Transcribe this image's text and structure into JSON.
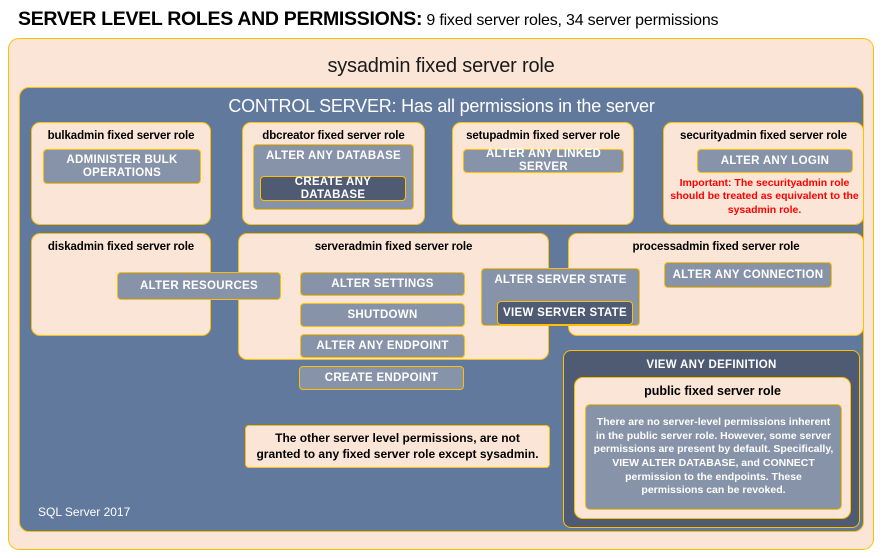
{
  "title": {
    "strong": "SERVER LEVEL ROLES AND PERMISSIONS:",
    "rest": " 9 fixed server roles, 34 server permissions"
  },
  "sysadmin": {
    "label": "sysadmin fixed server role"
  },
  "control_server": {
    "label": "CONTROL SERVER: Has all permissions in the server"
  },
  "footer": {
    "label": "SQL Server 2017"
  },
  "roles": {
    "bulkadmin": {
      "label": "bulkadmin fixed server role",
      "permissions": [
        "ADMINISTER  BULK OPERATIONS"
      ]
    },
    "dbcreator": {
      "label": "dbcreator fixed server role",
      "permissions": [
        "ALTER ANY DATABASE",
        "CREATE ANY DATABASE"
      ]
    },
    "setupadmin": {
      "label": "setupadmin fixed server role",
      "permissions": [
        "ALTER ANY LINKED SERVER"
      ]
    },
    "securityadmin": {
      "label": "securityadmin fixed server role",
      "permissions": [
        "ALTER ANY LOGIN"
      ],
      "warning": "Important: The securityadmin role should be treated as equivalent to the sysadmin role."
    },
    "diskadmin": {
      "label": "diskadmin fixed server role",
      "permissions": [
        "ALTER RESOURCES"
      ]
    },
    "serveradmin": {
      "label": "serveradmin fixed server role",
      "permissions": [
        "ALTER SETTINGS",
        "SHUTDOWN",
        "ALTER ANY ENDPOINT",
        "CREATE ENDPOINT"
      ],
      "shared_permissions": [
        "ALTER SERVER STATE",
        "VIEW SERVER STATE"
      ]
    },
    "processadmin": {
      "label": "processadmin fixed server role",
      "permissions": [
        "ALTER ANY CONNECTION"
      ]
    },
    "public": {
      "container_permission": "VIEW ANY DEFINITION",
      "label": "public fixed server role",
      "description": "There are no server-level permissions inherent in the public server role. However, some server permissions are present by default. Specifically, VIEW ALTER DATABASE, and CONNECT permission to the endpoints. These permissions can be revoked."
    }
  },
  "notes": {
    "other_permissions": "The other server level permissions, are not granted to any fixed server role except sysadmin."
  },
  "colors": {
    "cream": "#FBE5D6",
    "gold_border": "#FFC000",
    "slate_bg": "#62799E",
    "permission_fill": "#8793A8",
    "permission_dark": "#4F5B73",
    "warning_red": "#FF0000"
  }
}
